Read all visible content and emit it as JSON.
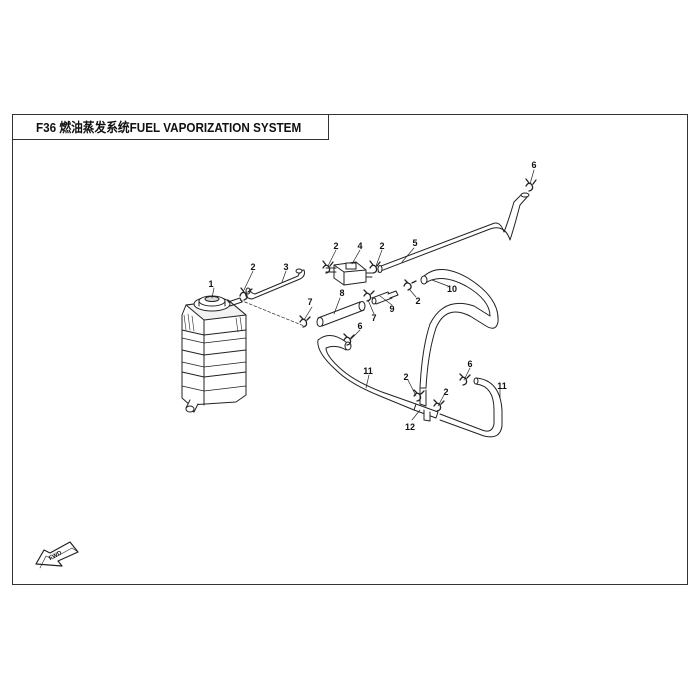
{
  "diagram": {
    "title": "F36 燃油蒸发系统FUEL VAPORIZATION  SYSTEM",
    "direction_label": "FWD",
    "callouts": [
      {
        "id": "c1",
        "label": "1"
      },
      {
        "id": "c2a",
        "label": "2"
      },
      {
        "id": "c2b",
        "label": "2"
      },
      {
        "id": "c2c",
        "label": "2"
      },
      {
        "id": "c2d",
        "label": "2"
      },
      {
        "id": "c2e",
        "label": "2"
      },
      {
        "id": "c2f",
        "label": "2"
      },
      {
        "id": "c3",
        "label": "3"
      },
      {
        "id": "c4",
        "label": "4"
      },
      {
        "id": "c5",
        "label": "5"
      },
      {
        "id": "c6a",
        "label": "6"
      },
      {
        "id": "c6b",
        "label": "6"
      },
      {
        "id": "c6c",
        "label": "6"
      },
      {
        "id": "c7a",
        "label": "7"
      },
      {
        "id": "c7b",
        "label": "7"
      },
      {
        "id": "c8",
        "label": "8"
      },
      {
        "id": "c9",
        "label": "9"
      },
      {
        "id": "c10",
        "label": "10"
      },
      {
        "id": "c11a",
        "label": "11"
      },
      {
        "id": "c11b",
        "label": "11"
      },
      {
        "id": "c12",
        "label": "12"
      }
    ]
  }
}
